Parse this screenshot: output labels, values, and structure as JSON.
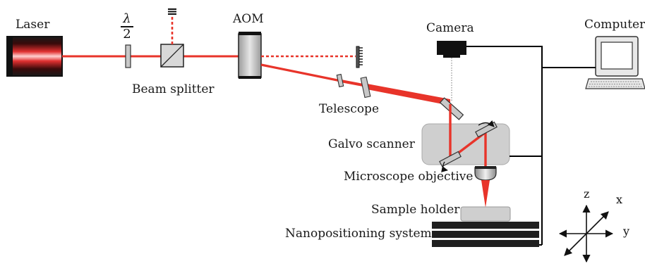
{
  "labels": {
    "laser": "Laser",
    "half_wave_numerator": "λ",
    "half_wave_denominator": "2",
    "aom": "AOM",
    "beam_splitter": "Beam splitter",
    "camera": "Camera",
    "computer": "Computer",
    "telescope": "Telescope",
    "galvo_scanner": "Galvo scanner",
    "microscope_objective": "Microscope objective",
    "sample_holder": "Sample holder",
    "nanopositioning_system": "Nanopositioning system"
  },
  "axes": {
    "z": "z",
    "x": "x",
    "y": "y"
  },
  "colors": {
    "beam": "#e8342a",
    "component_fill": "#c8c8c8",
    "stroke": "#222222",
    "cable": "#000000"
  }
}
